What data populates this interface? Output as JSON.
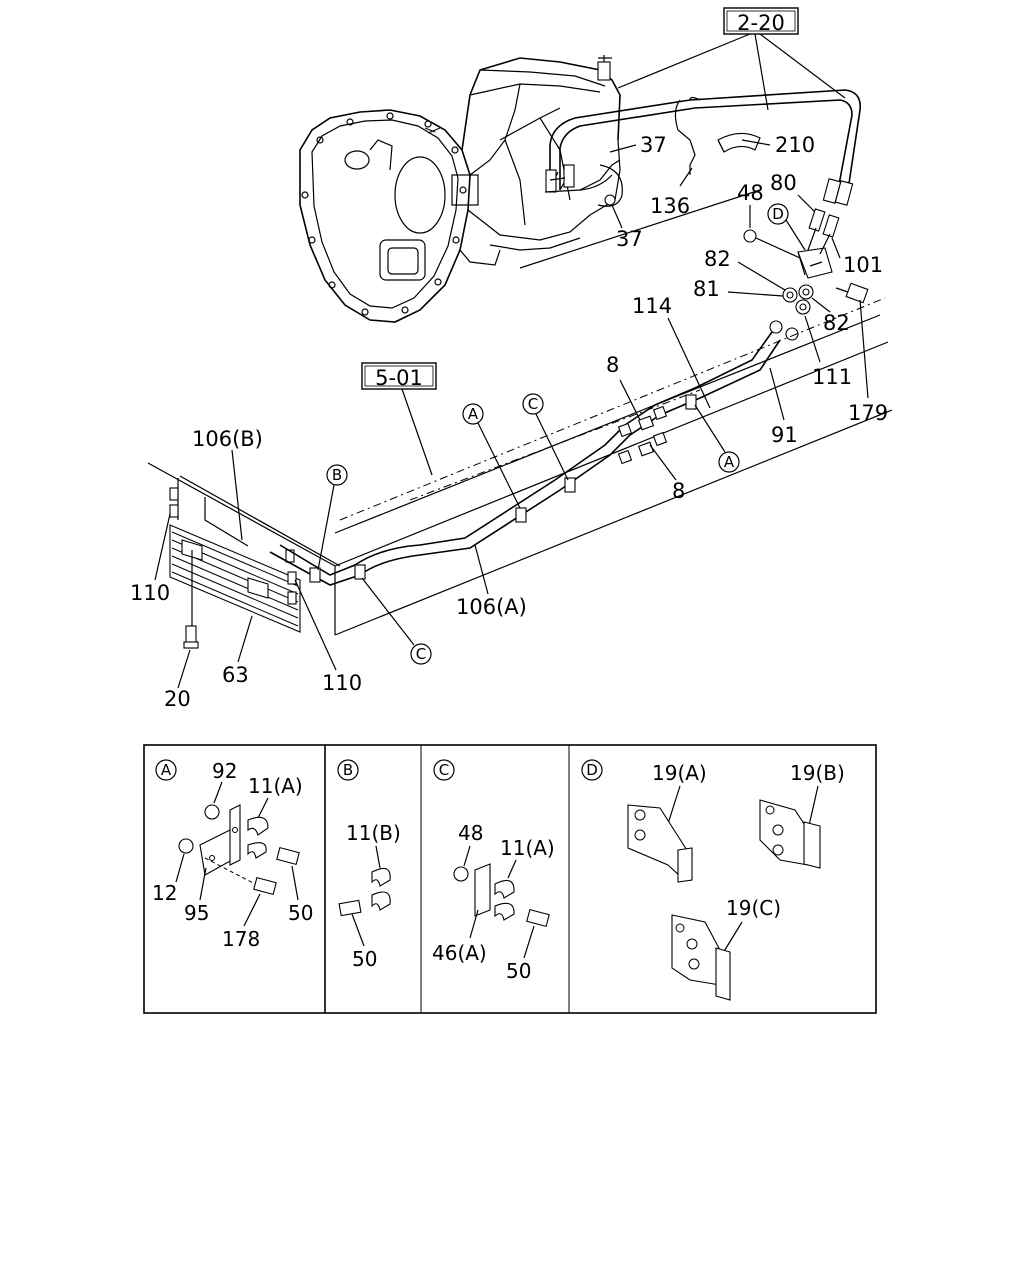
{
  "refs": {
    "ref_2_20": "2-20",
    "ref_5_01": "5-01"
  },
  "callouts": {
    "c37a": "37",
    "c37b": "37",
    "c210": "210",
    "c136": "136",
    "c48": "48",
    "c80": "80",
    "c101": "101",
    "c82a": "82",
    "c82b": "82",
    "c81": "81",
    "c114": "114",
    "c111": "111",
    "c179": "179",
    "c91": "91",
    "c8a": "8",
    "c8b": "8",
    "c106b": "106(B)",
    "c106a": "106(A)",
    "c110a": "110",
    "c110b": "110",
    "c63": "63",
    "c20": "20"
  },
  "markers": {
    "A": "A",
    "B": "B",
    "C": "C",
    "D": "D"
  },
  "detail_panels": {
    "A": {
      "letter": "A",
      "p92": "92",
      "p11a": "11(A)",
      "p12": "12",
      "p95": "95",
      "p50": "50",
      "p178": "178"
    },
    "B": {
      "letter": "B",
      "p11b": "11(B)",
      "p50": "50"
    },
    "C": {
      "letter": "C",
      "p48": "48",
      "p11a": "11(A)",
      "p46a": "46(A)",
      "p50": "50"
    },
    "D": {
      "letter": "D",
      "p19a": "19(A)",
      "p19b": "19(B)",
      "p19c": "19(C)"
    }
  },
  "icons": [
    "transmission-housing",
    "oil-cooler",
    "pipe-clip",
    "bolt",
    "nut",
    "bracket"
  ]
}
